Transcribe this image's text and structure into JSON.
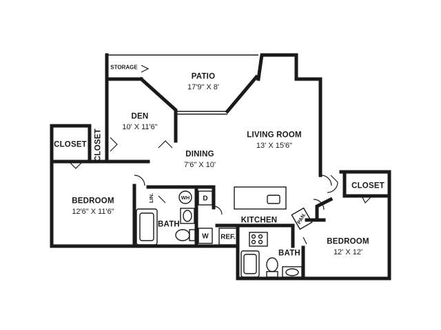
{
  "rooms": {
    "storage": {
      "name": "STORAGE"
    },
    "patio": {
      "name": "PATIO",
      "dims": "17'9\" X 8'"
    },
    "den": {
      "name": "DEN",
      "dims": "10' X 11'6\""
    },
    "living": {
      "name": "LIVING ROOM",
      "dims": "13' X 15'6\""
    },
    "dining": {
      "name": "DINING",
      "dims": "7'6\" X 10'"
    },
    "bedroom1": {
      "name": "BEDROOM",
      "dims": "12'6\" X 11'6\""
    },
    "bedroom2": {
      "name": "BEDROOM",
      "dims": "12' X 12'"
    },
    "kitchen": {
      "name": "KITCHEN"
    },
    "bath1": {
      "name": "BATH"
    },
    "bath2": {
      "name": "BATH"
    },
    "closet1": {
      "name": "CLOSET"
    },
    "closet2": {
      "name": "CLOSET"
    },
    "closet3": {
      "name": "CLOSET"
    }
  },
  "fixtures": {
    "linen": "LIN.",
    "water_heater": "WH",
    "dryer": "D",
    "washer": "W",
    "fridge": "REF.",
    "pantry": "PAN."
  },
  "colors": {
    "wall": "#1a1a1a",
    "background": "#ffffff"
  }
}
